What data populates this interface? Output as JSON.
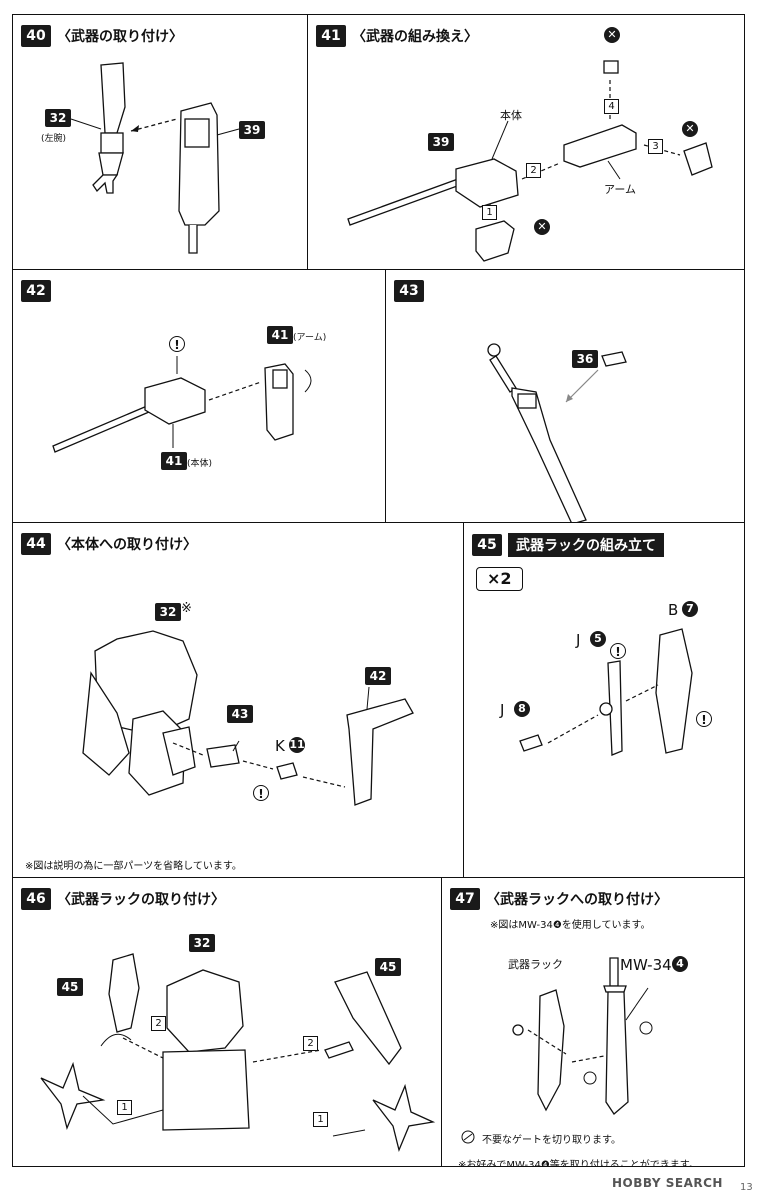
{
  "steps": {
    "s40": {
      "num": "40",
      "title": "〈武器の取り付け〉",
      "parts": {
        "p32": "32",
        "p39": "39"
      },
      "left_arm": "(左腕)"
    },
    "s41": {
      "num": "41",
      "title": "〈武器の組み換え〉",
      "parts": {
        "p39": "39"
      },
      "body_label": "本体",
      "arm_label": "アーム",
      "order": [
        "1",
        "2",
        "3",
        "4"
      ]
    },
    "s42": {
      "num": "42",
      "parts": {
        "p41a": "41",
        "p41b": "41"
      },
      "arm_label": "(アーム)",
      "body_label": "(本体)"
    },
    "s43": {
      "num": "43",
      "parts": {
        "p36": "36"
      }
    },
    "s44": {
      "num": "44",
      "title": "〈本体への取り付け〉",
      "parts": {
        "p32": "32",
        "p43": "43",
        "p42": "42"
      },
      "asterisk": "※",
      "runner_k": "K",
      "runner_k_num": "11",
      "note": "※図は説明の為に一部パーツを省略しています。"
    },
    "s45": {
      "num": "45",
      "title": "武器ラックの組み立て",
      "multiplier": "×2",
      "runner_b": "B",
      "runner_b_num": "7",
      "runner_j1": "J",
      "runner_j1_num": "5",
      "runner_j2": "J",
      "runner_j2_num": "8"
    },
    "s46": {
      "num": "46",
      "title": "〈武器ラックの取り付け〉",
      "parts": {
        "p32": "32",
        "p45a": "45",
        "p45b": "45"
      },
      "order": [
        "1",
        "2"
      ]
    },
    "s47": {
      "num": "47",
      "title": "〈武器ラックへの取り付け〉",
      "subnote": "※図はMW-34❹を使用しています。",
      "rack_label": "武器ラック",
      "weapon_label": "MW-34",
      "weapon_num": "4",
      "gate_note": "不要なゲートを切り取ります。",
      "bottom_note": "※お好みでMW-34❹等を取り付けることができます。"
    }
  },
  "symbols": {
    "remove": "✕",
    "caution": "!"
  },
  "footer": {
    "logo": "HOBBY SEARCH",
    "page": "13"
  }
}
